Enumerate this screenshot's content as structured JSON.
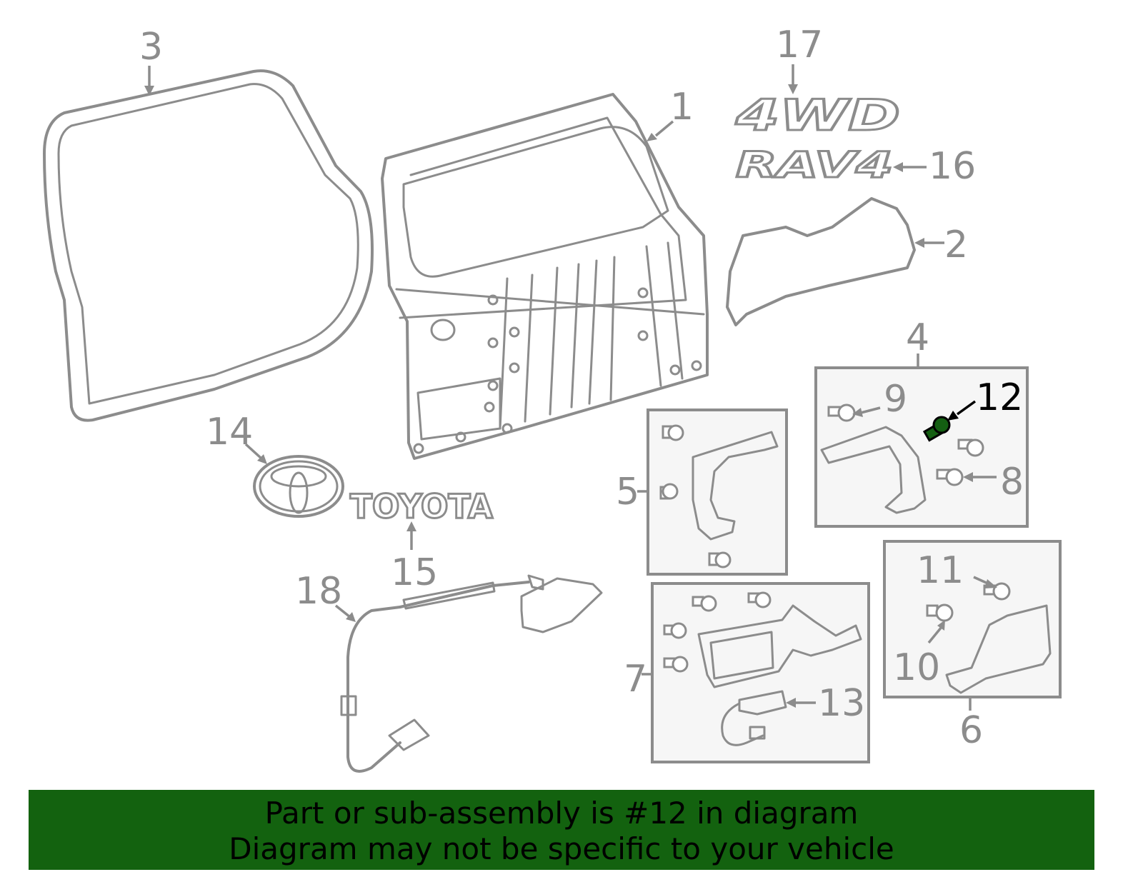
{
  "highlight_color": "#000000",
  "part_color": "#8c8c8c",
  "banner_color": "#13620f",
  "callouts": {
    "c1": "1",
    "c2": "2",
    "c3": "3",
    "c4": "4",
    "c5": "5",
    "c6": "6",
    "c7": "7",
    "c8": "8",
    "c9": "9",
    "c10": "10",
    "c11": "11",
    "c12": "12",
    "c13": "13",
    "c14": "14",
    "c15": "15",
    "c16": "16",
    "c17": "17",
    "c18": "18"
  },
  "highlighted_part": "12",
  "badges": {
    "four_wd": "4WD",
    "rav4": "RAV4",
    "toyota": "TOYOTA"
  },
  "banner": {
    "line1": "Part or sub-assembly is #12 in diagram",
    "line2": "Diagram may not be specific to your vehicle"
  }
}
